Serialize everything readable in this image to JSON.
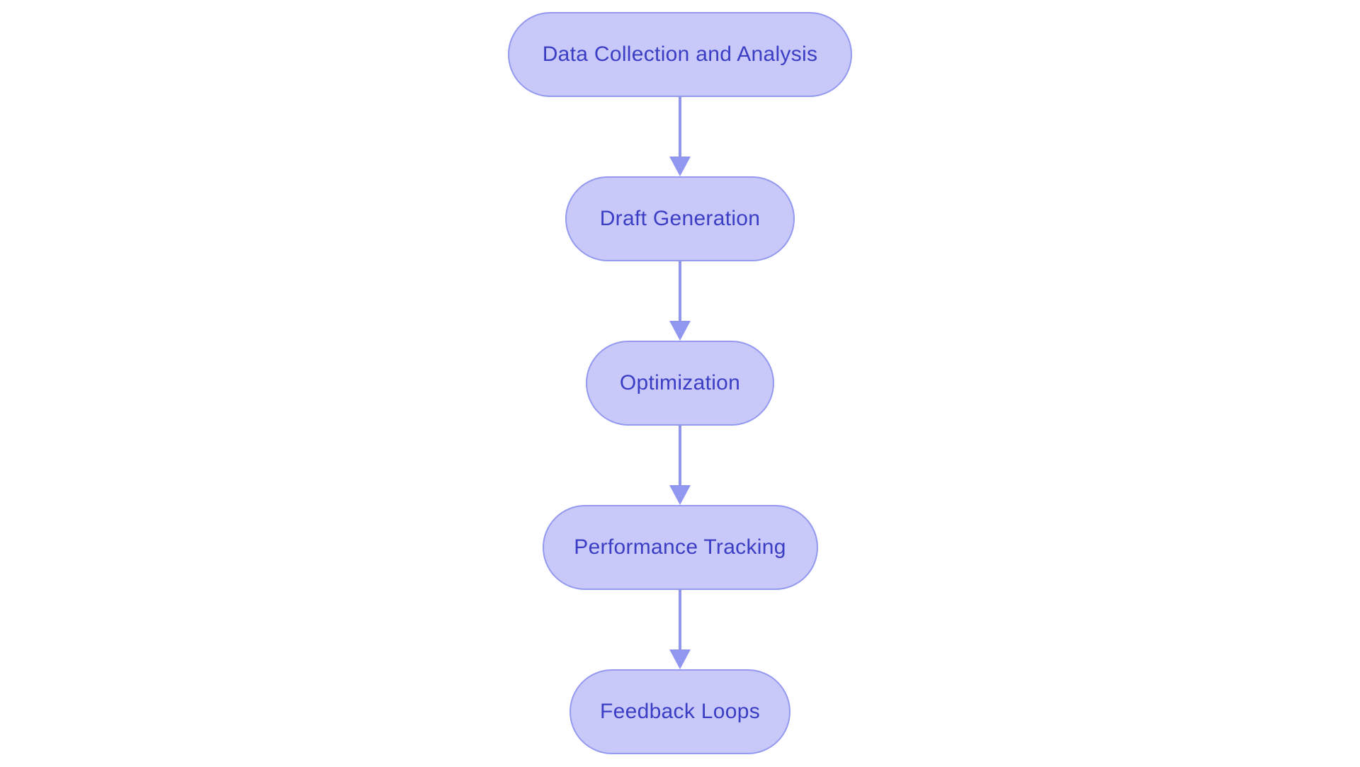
{
  "diagram": {
    "type": "flowchart",
    "direction": "top-down",
    "nodes": [
      {
        "label": "Data Collection and Analysis"
      },
      {
        "label": "Draft Generation"
      },
      {
        "label": "Optimization"
      },
      {
        "label": "Performance Tracking"
      },
      {
        "label": "Feedback Loops"
      }
    ],
    "edges": [
      {
        "from": "Data Collection and Analysis",
        "to": "Draft Generation"
      },
      {
        "from": "Draft Generation",
        "to": "Optimization"
      },
      {
        "from": "Optimization",
        "to": "Performance Tracking"
      },
      {
        "from": "Performance Tracking",
        "to": "Feedback Loops"
      }
    ]
  },
  "theme": {
    "background": "#ffffff",
    "node_fill": "#c8c9f8",
    "node_border": "#9499f0",
    "arrow_color": "#9197ef",
    "text_color": "#3b3ec4"
  }
}
